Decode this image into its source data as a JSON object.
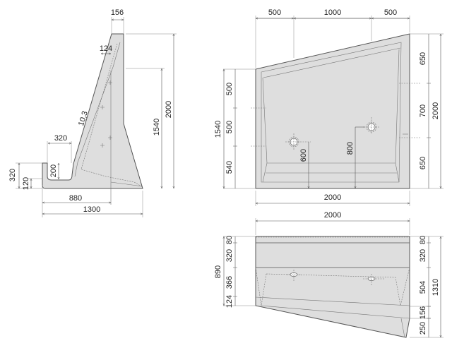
{
  "side_view": {
    "top_width": "156",
    "inner_top": "124",
    "slope": "10,3",
    "trough_width": "320",
    "trough_depth": "200",
    "lip_height": "320",
    "base_height": "120",
    "height_total": "2000",
    "height_back": "1540",
    "depth_center": "880",
    "depth_total": "1300"
  },
  "front_view": {
    "top_seg_1": "500",
    "top_seg_2": "1000",
    "top_seg_3": "500",
    "width": "2000",
    "left_total": "1540",
    "left_seg_1": "500",
    "left_seg_2": "500",
    "left_seg_3": "540",
    "right_total": "2000",
    "right_seg_1": "650",
    "right_seg_2": "700",
    "right_seg_3": "650",
    "hole_1_height": "600",
    "hole_2_height": "800"
  },
  "top_view": {
    "width": "2000",
    "left_total": "890",
    "left_seg_1": "80",
    "left_seg_2": "320",
    "left_seg_3": "366",
    "left_seg_4": "124",
    "right_total": "1310",
    "right_seg_1": "80",
    "right_seg_2": "320",
    "right_seg_3": "504",
    "right_seg_4": "156",
    "right_seg_5": "250"
  },
  "colors": {
    "body": "#dedede",
    "line": "#555555"
  }
}
